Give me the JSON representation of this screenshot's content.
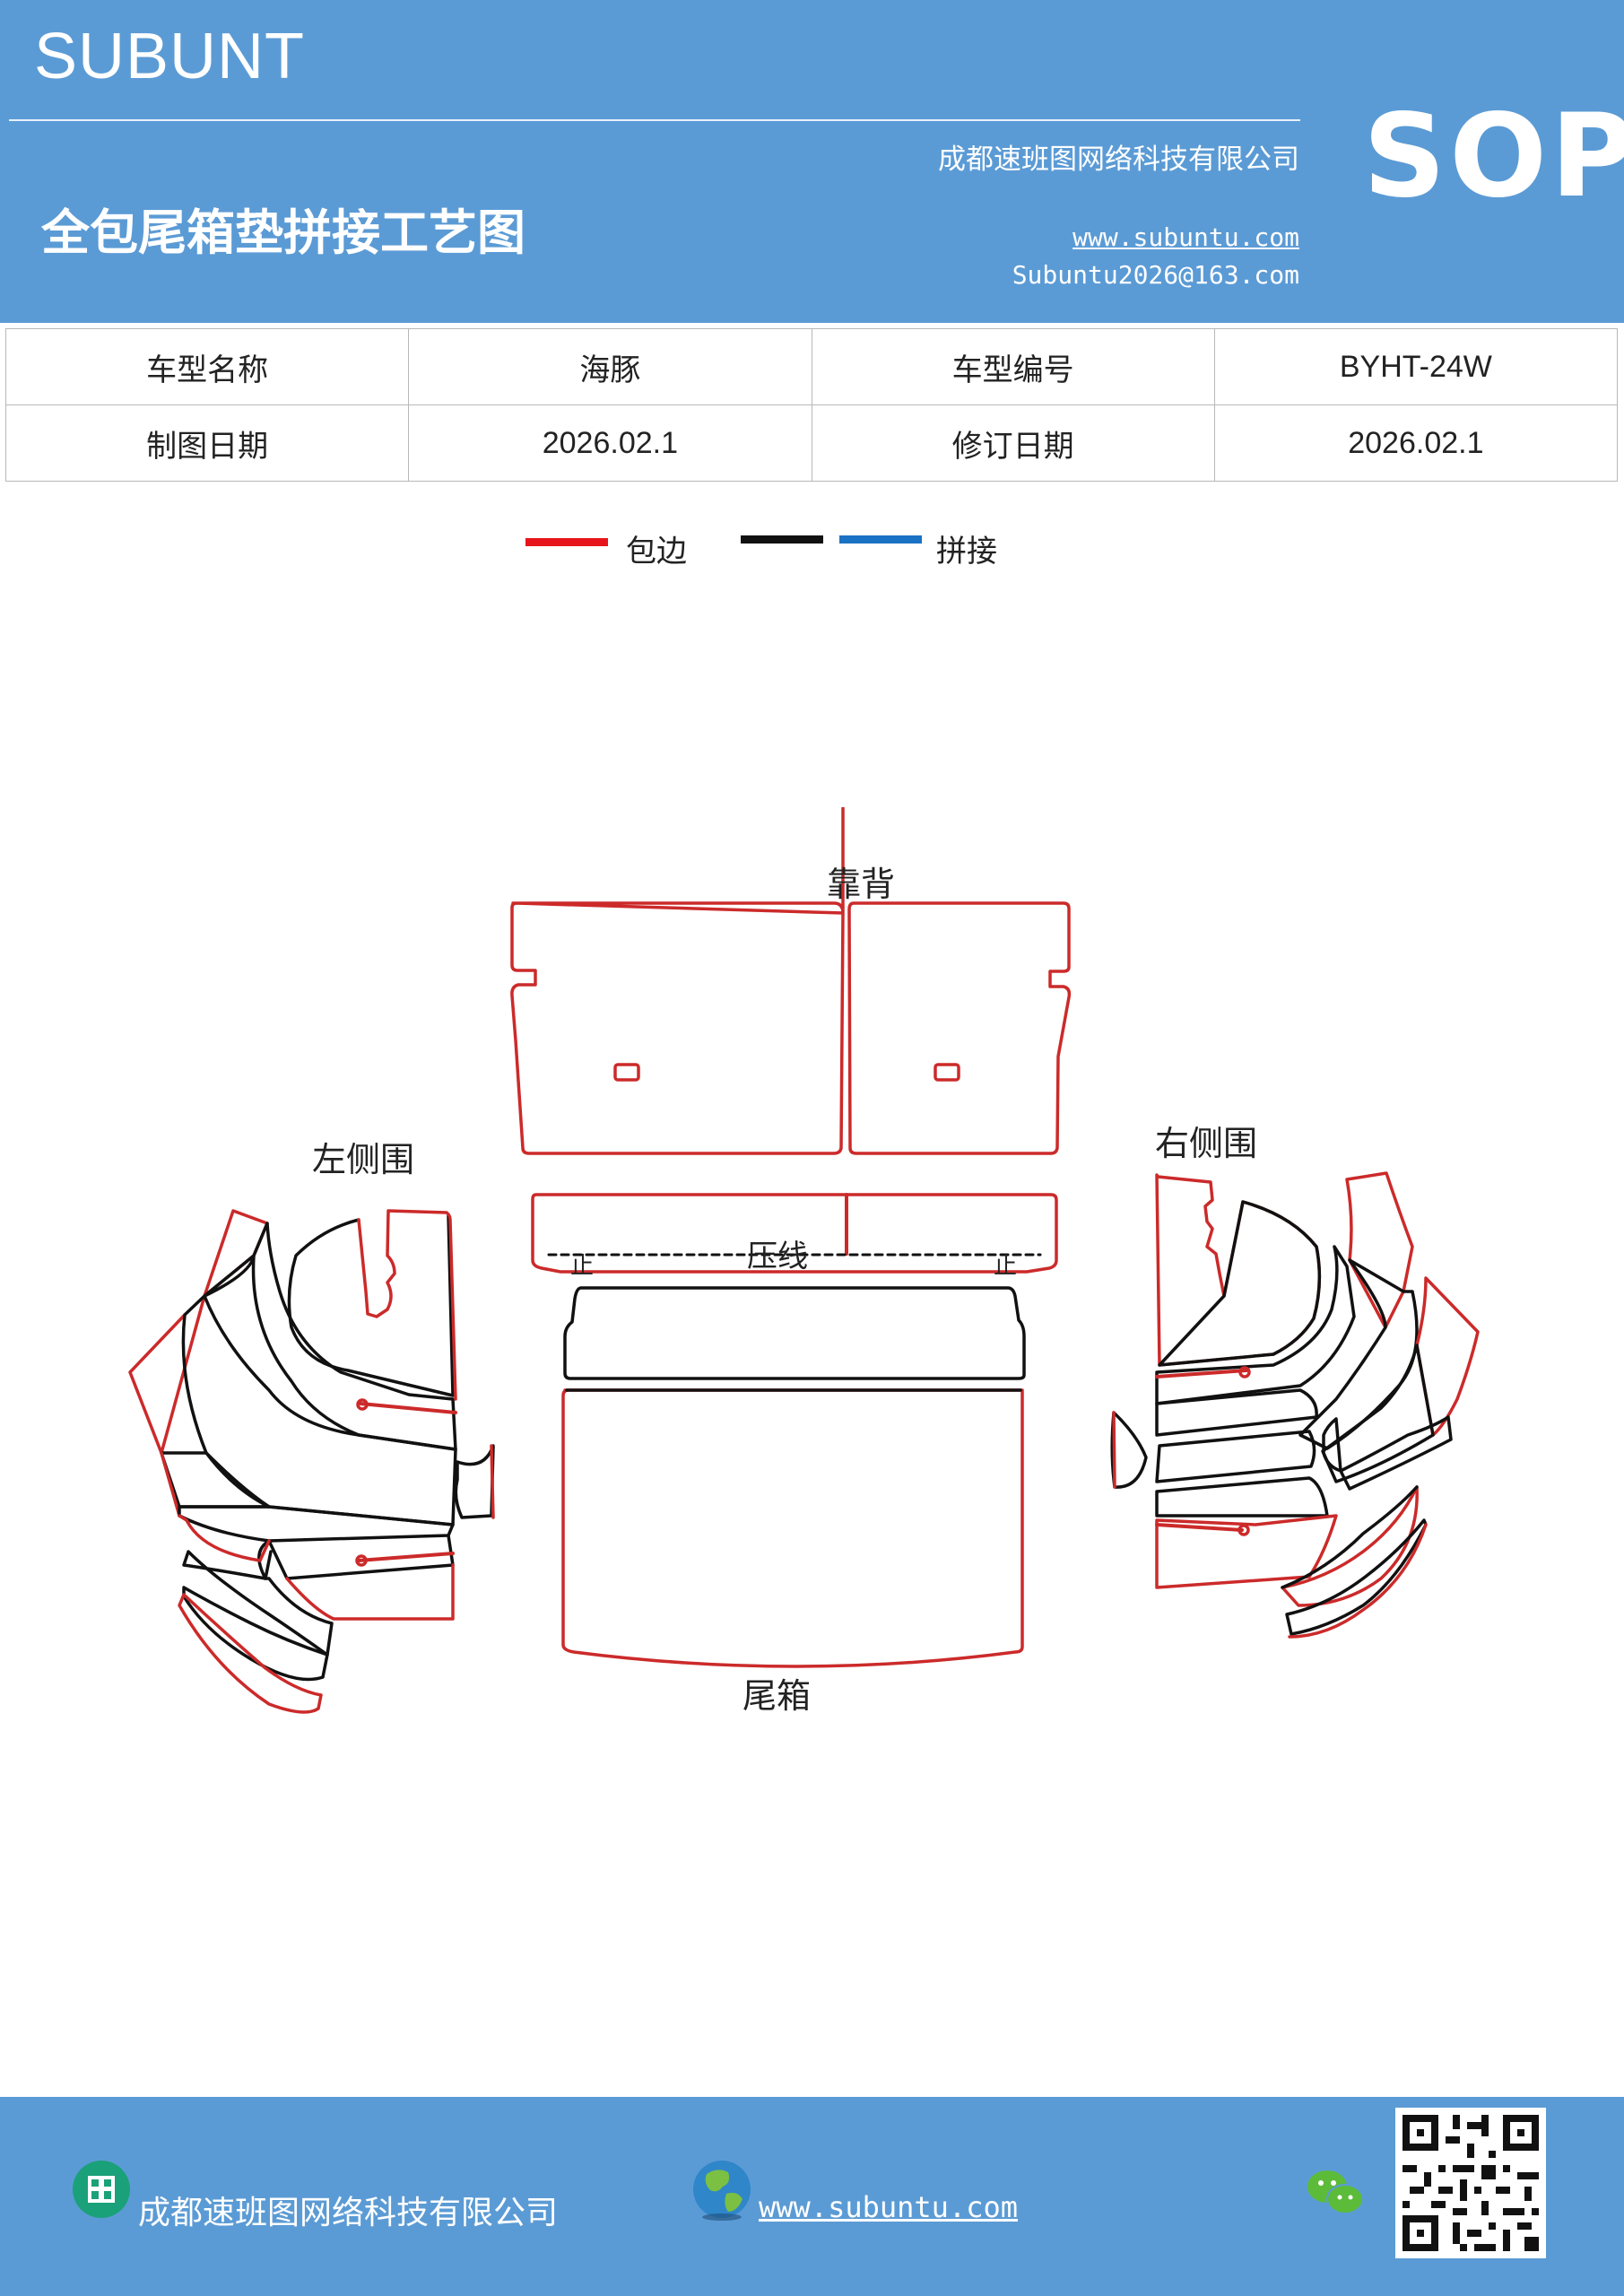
{
  "header": {
    "brand": "SUBUNT",
    "company": "成都速班图网络科技有限公司",
    "title": "全包尾箱垫拼接工艺图",
    "website": "www.subuntu.com",
    "email": "Subuntu2026@163.com",
    "badge": "SOP"
  },
  "info_table": {
    "rows": [
      [
        "车型名称",
        "海豚",
        "车型编号",
        "BYHT-24W"
      ],
      [
        "制图日期",
        "2026.02.1",
        "修订日期",
        "2026.02.1"
      ]
    ]
  },
  "legend": {
    "items": [
      {
        "label": "包边",
        "color": "#e8141c"
      },
      {
        "label": "",
        "color": "#111111"
      },
      {
        "label": "拼接",
        "color": "#1a72c4"
      }
    ]
  },
  "diagram": {
    "labels": {
      "backrest": "靠背",
      "left_side": "左侧围",
      "right_side": "右侧围",
      "press_line": "压线",
      "trunk": "尾箱",
      "stop_left": "止",
      "stop_right": "止"
    },
    "colors": {
      "edge": "#cc2a2a",
      "seam": "#111111"
    }
  },
  "footer": {
    "company": "成都速班图网络科技有限公司",
    "website": "www.subuntu.com",
    "icons": [
      "building-icon",
      "globe-icon",
      "wechat-icon",
      "qr-code"
    ]
  }
}
